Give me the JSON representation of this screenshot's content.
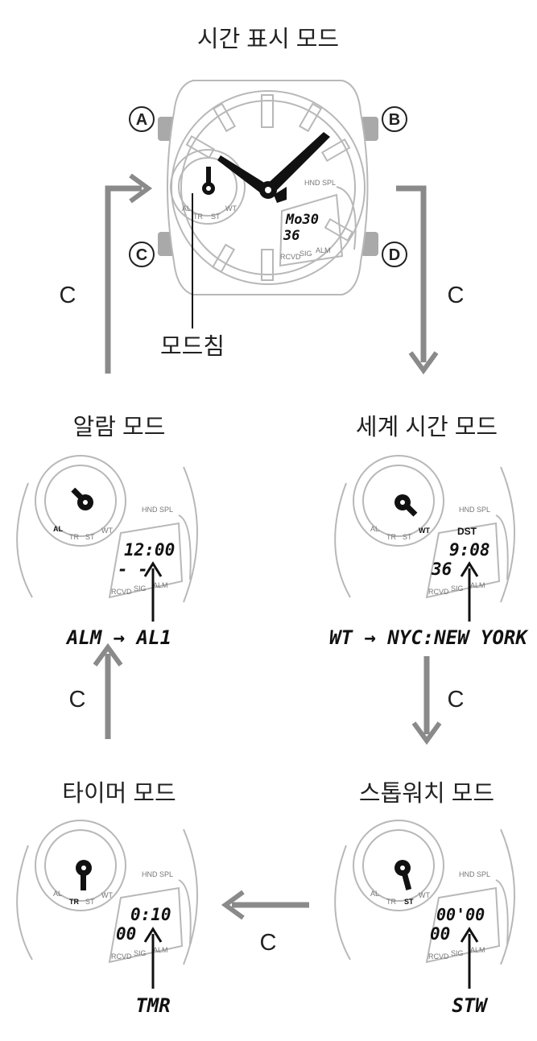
{
  "titles": {
    "timekeeping": "시간 표시 모드",
    "alarm": "알람 모드",
    "world_time": "세계 시간 모드",
    "timer": "타이머 모드",
    "stopwatch": "스톱워치 모드"
  },
  "buttons": {
    "a": "A",
    "b": "B",
    "c": "C",
    "d": "D"
  },
  "mode_hand_label": "모드침",
  "transition_label": "C",
  "dial_labels": {
    "al": "AL",
    "tr": "TR",
    "st": "ST",
    "wt": "WT",
    "hnd_spl": "HND SPL",
    "rcvd": "RCVD",
    "sig": "SIG",
    "alm": "ALM",
    "dst": "DST"
  },
  "displays": {
    "main_top": "Mo30",
    "main_bottom": "36",
    "alarm_top": "12:00",
    "alarm_bottom": "- -",
    "world_top": "9:08",
    "world_bottom": "36",
    "timer_top": "0:10",
    "timer_bottom": "00",
    "stopwatch_top": "00'00",
    "stopwatch_bottom": "00"
  },
  "codes": {
    "alarm": "ALM → AL1",
    "world_time": "WT → NYC:NEW  YORK",
    "timer": "TMR",
    "stopwatch": "STW"
  },
  "colors": {
    "arrow": "#8a8a8a",
    "outline": "#b8b8b8",
    "pusher": "#a9a9a9",
    "hand": "#111111"
  }
}
